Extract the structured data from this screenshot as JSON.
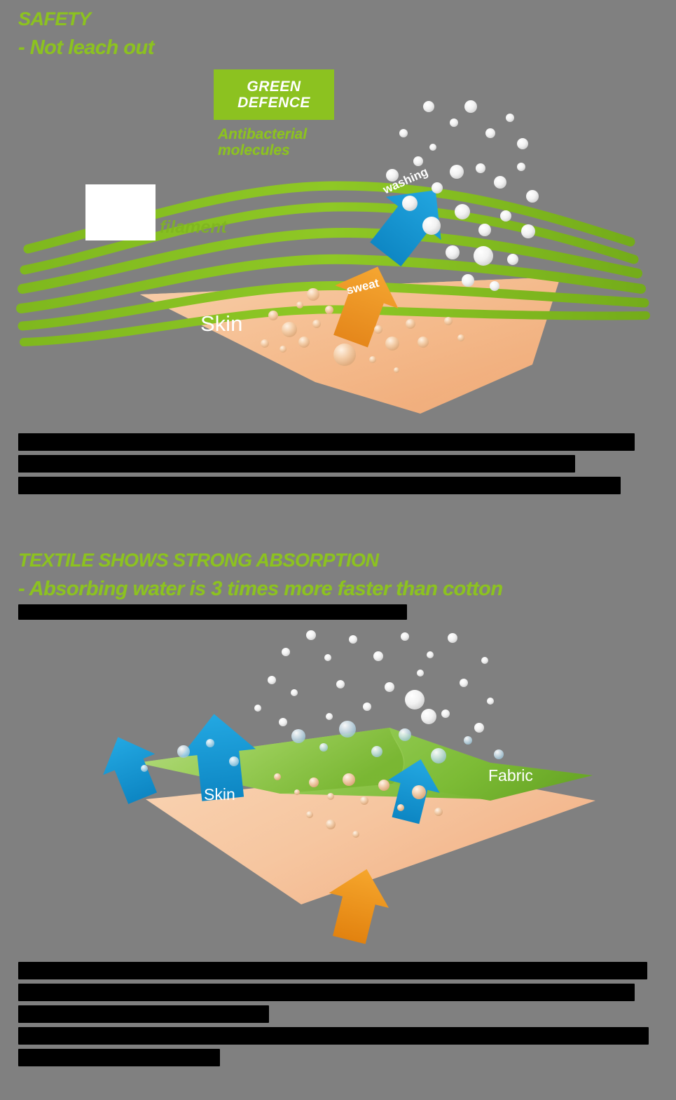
{
  "page": {
    "background_color": "#808080",
    "accent_green": "#8CC220",
    "blue": "#1B9AD6",
    "orange": "#F0982D",
    "skin": "#F6C49B"
  },
  "sections": [
    {
      "id": "safety",
      "title": "SAFETY",
      "subtitle": "- Not leach out"
    },
    {
      "id": "absorption",
      "title": "TEXTILE SHOWS STRONG ABSORPTION",
      "subtitle": "- Absorbing water is 3 times more faster than cotton"
    }
  ],
  "diagram1": {
    "logo": {
      "line1": "GREEN",
      "line2": "DEFENCE"
    },
    "molecule_label": "Antibacterial\nmolecules",
    "molecule_label_line1": "Antibacterial",
    "molecule_label_line2": "molecules",
    "filament_label": "filament",
    "washing_label": "washing",
    "sweat_label": "sweat",
    "skin_label": "Skin"
  },
  "diagram2": {
    "skin_label": "Skin",
    "fabric_label": "Fabric"
  },
  "body_text": {
    "paragraph1_redacted_lines": 3,
    "paragraph2_redacted_lines": 1,
    "paragraph3_redacted_lines": 6,
    "note": "redacted"
  }
}
